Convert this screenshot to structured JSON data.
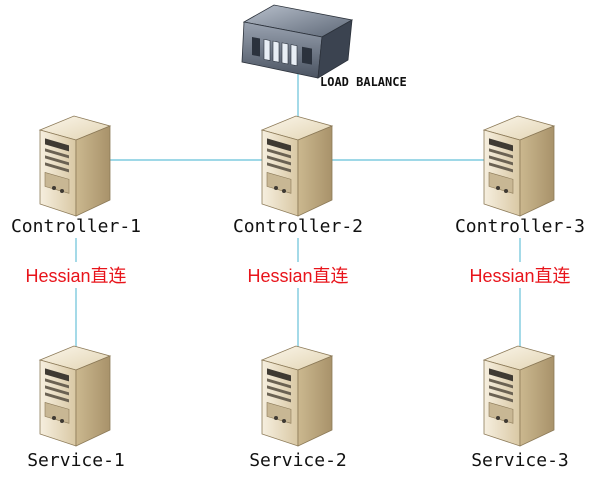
{
  "load_balancer": {
    "label": "LOAD BALANCE"
  },
  "controllers": [
    {
      "label": "Controller-1"
    },
    {
      "label": "Controller-2"
    },
    {
      "label": "Controller-3"
    }
  ],
  "services": [
    {
      "label": "Service-1"
    },
    {
      "label": "Service-2"
    },
    {
      "label": "Service-3"
    }
  ],
  "links": [
    {
      "label": "Hessian直连"
    },
    {
      "label": "Hessian直连"
    },
    {
      "label": "Hessian直连"
    }
  ],
  "colors": {
    "wire": "#7ecbdf",
    "link_label": "#e8141b",
    "server_body": "#e9dcc0"
  },
  "icons": {
    "load_balancer": "rack-server-icon",
    "server": "tower-server-icon"
  }
}
